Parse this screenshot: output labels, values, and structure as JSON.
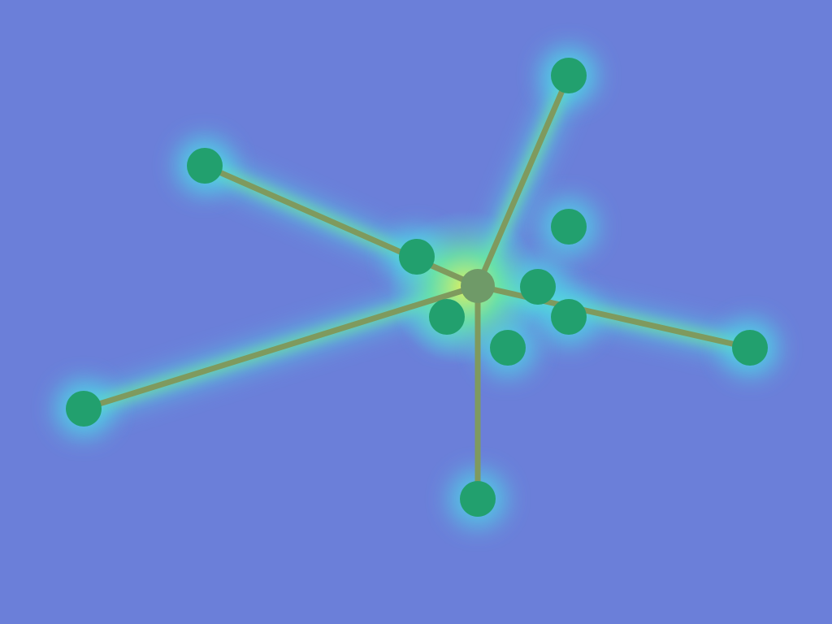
{
  "colors": {
    "background": "#6b7fd9",
    "edge": "#7f9a5e",
    "node": "#22a06e",
    "node_hub": "#6f9a68",
    "glow_inner": "#e8f05a",
    "glow_mid": "#6ee89a",
    "glow_outer": "#4fd6e6"
  },
  "graph": {
    "hub": "hub",
    "nodes": [
      {
        "id": "hub",
        "kind": "hub"
      },
      {
        "id": "n-top",
        "kind": "leaf"
      },
      {
        "id": "n-upper-left",
        "kind": "leaf"
      },
      {
        "id": "n-left",
        "kind": "leaf"
      },
      {
        "id": "n-right",
        "kind": "leaf"
      },
      {
        "id": "n-bottom",
        "kind": "leaf"
      },
      {
        "id": "n-mid-left",
        "kind": "leaf"
      },
      {
        "id": "n-upper-right",
        "kind": "leaf"
      },
      {
        "id": "n-near-right",
        "kind": "leaf"
      },
      {
        "id": "n-right-inner",
        "kind": "leaf"
      },
      {
        "id": "n-near-left",
        "kind": "leaf"
      },
      {
        "id": "n-near-bottom",
        "kind": "leaf"
      }
    ],
    "edges": [
      {
        "from": "hub",
        "to": "n-top"
      },
      {
        "from": "hub",
        "to": "n-upper-left"
      },
      {
        "from": "hub",
        "to": "n-left"
      },
      {
        "from": "hub",
        "to": "n-right"
      },
      {
        "from": "hub",
        "to": "n-bottom"
      }
    ]
  }
}
